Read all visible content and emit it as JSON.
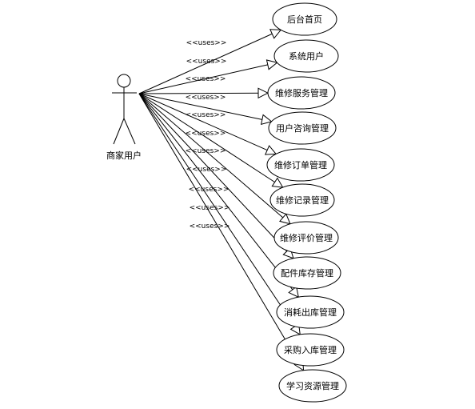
{
  "actor": {
    "name": "商家用户"
  },
  "relationship_label": "<<uses>>",
  "use_cases": [
    {
      "label": "后台首页"
    },
    {
      "label": "系统用户"
    },
    {
      "label": "维修服务管理"
    },
    {
      "label": "用户咨询管理"
    },
    {
      "label": "维修订单管理"
    },
    {
      "label": "维修记录管理"
    },
    {
      "label": "维修评价管理"
    },
    {
      "label": "配件库存管理"
    },
    {
      "label": "消耗出库管理"
    },
    {
      "label": "采购入库管理"
    },
    {
      "label": "学习资源管理"
    }
  ]
}
